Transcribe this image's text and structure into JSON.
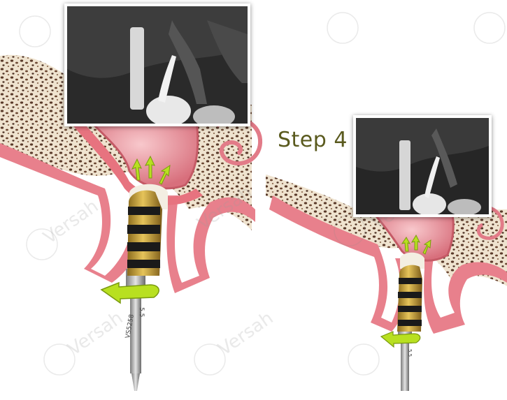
{
  "step_label": "Step 4",
  "watermark_text": "Versah",
  "drill_left": {
    "size_mark": "5.5",
    "model_mark": "VS5258"
  },
  "drill_right": {
    "size_mark": "5.5"
  },
  "colors": {
    "gum": "#e8808c",
    "bone": "#efe6d6",
    "sinus": "#f0a3ab",
    "drill_gold": "#c9a33a",
    "drill_band": "#1a1a1a",
    "arrow": "#b8e020",
    "step_text": "#5a5a1e"
  },
  "icons": [
    "rotation-arrow-icon",
    "expansion-arrow-icon"
  ]
}
